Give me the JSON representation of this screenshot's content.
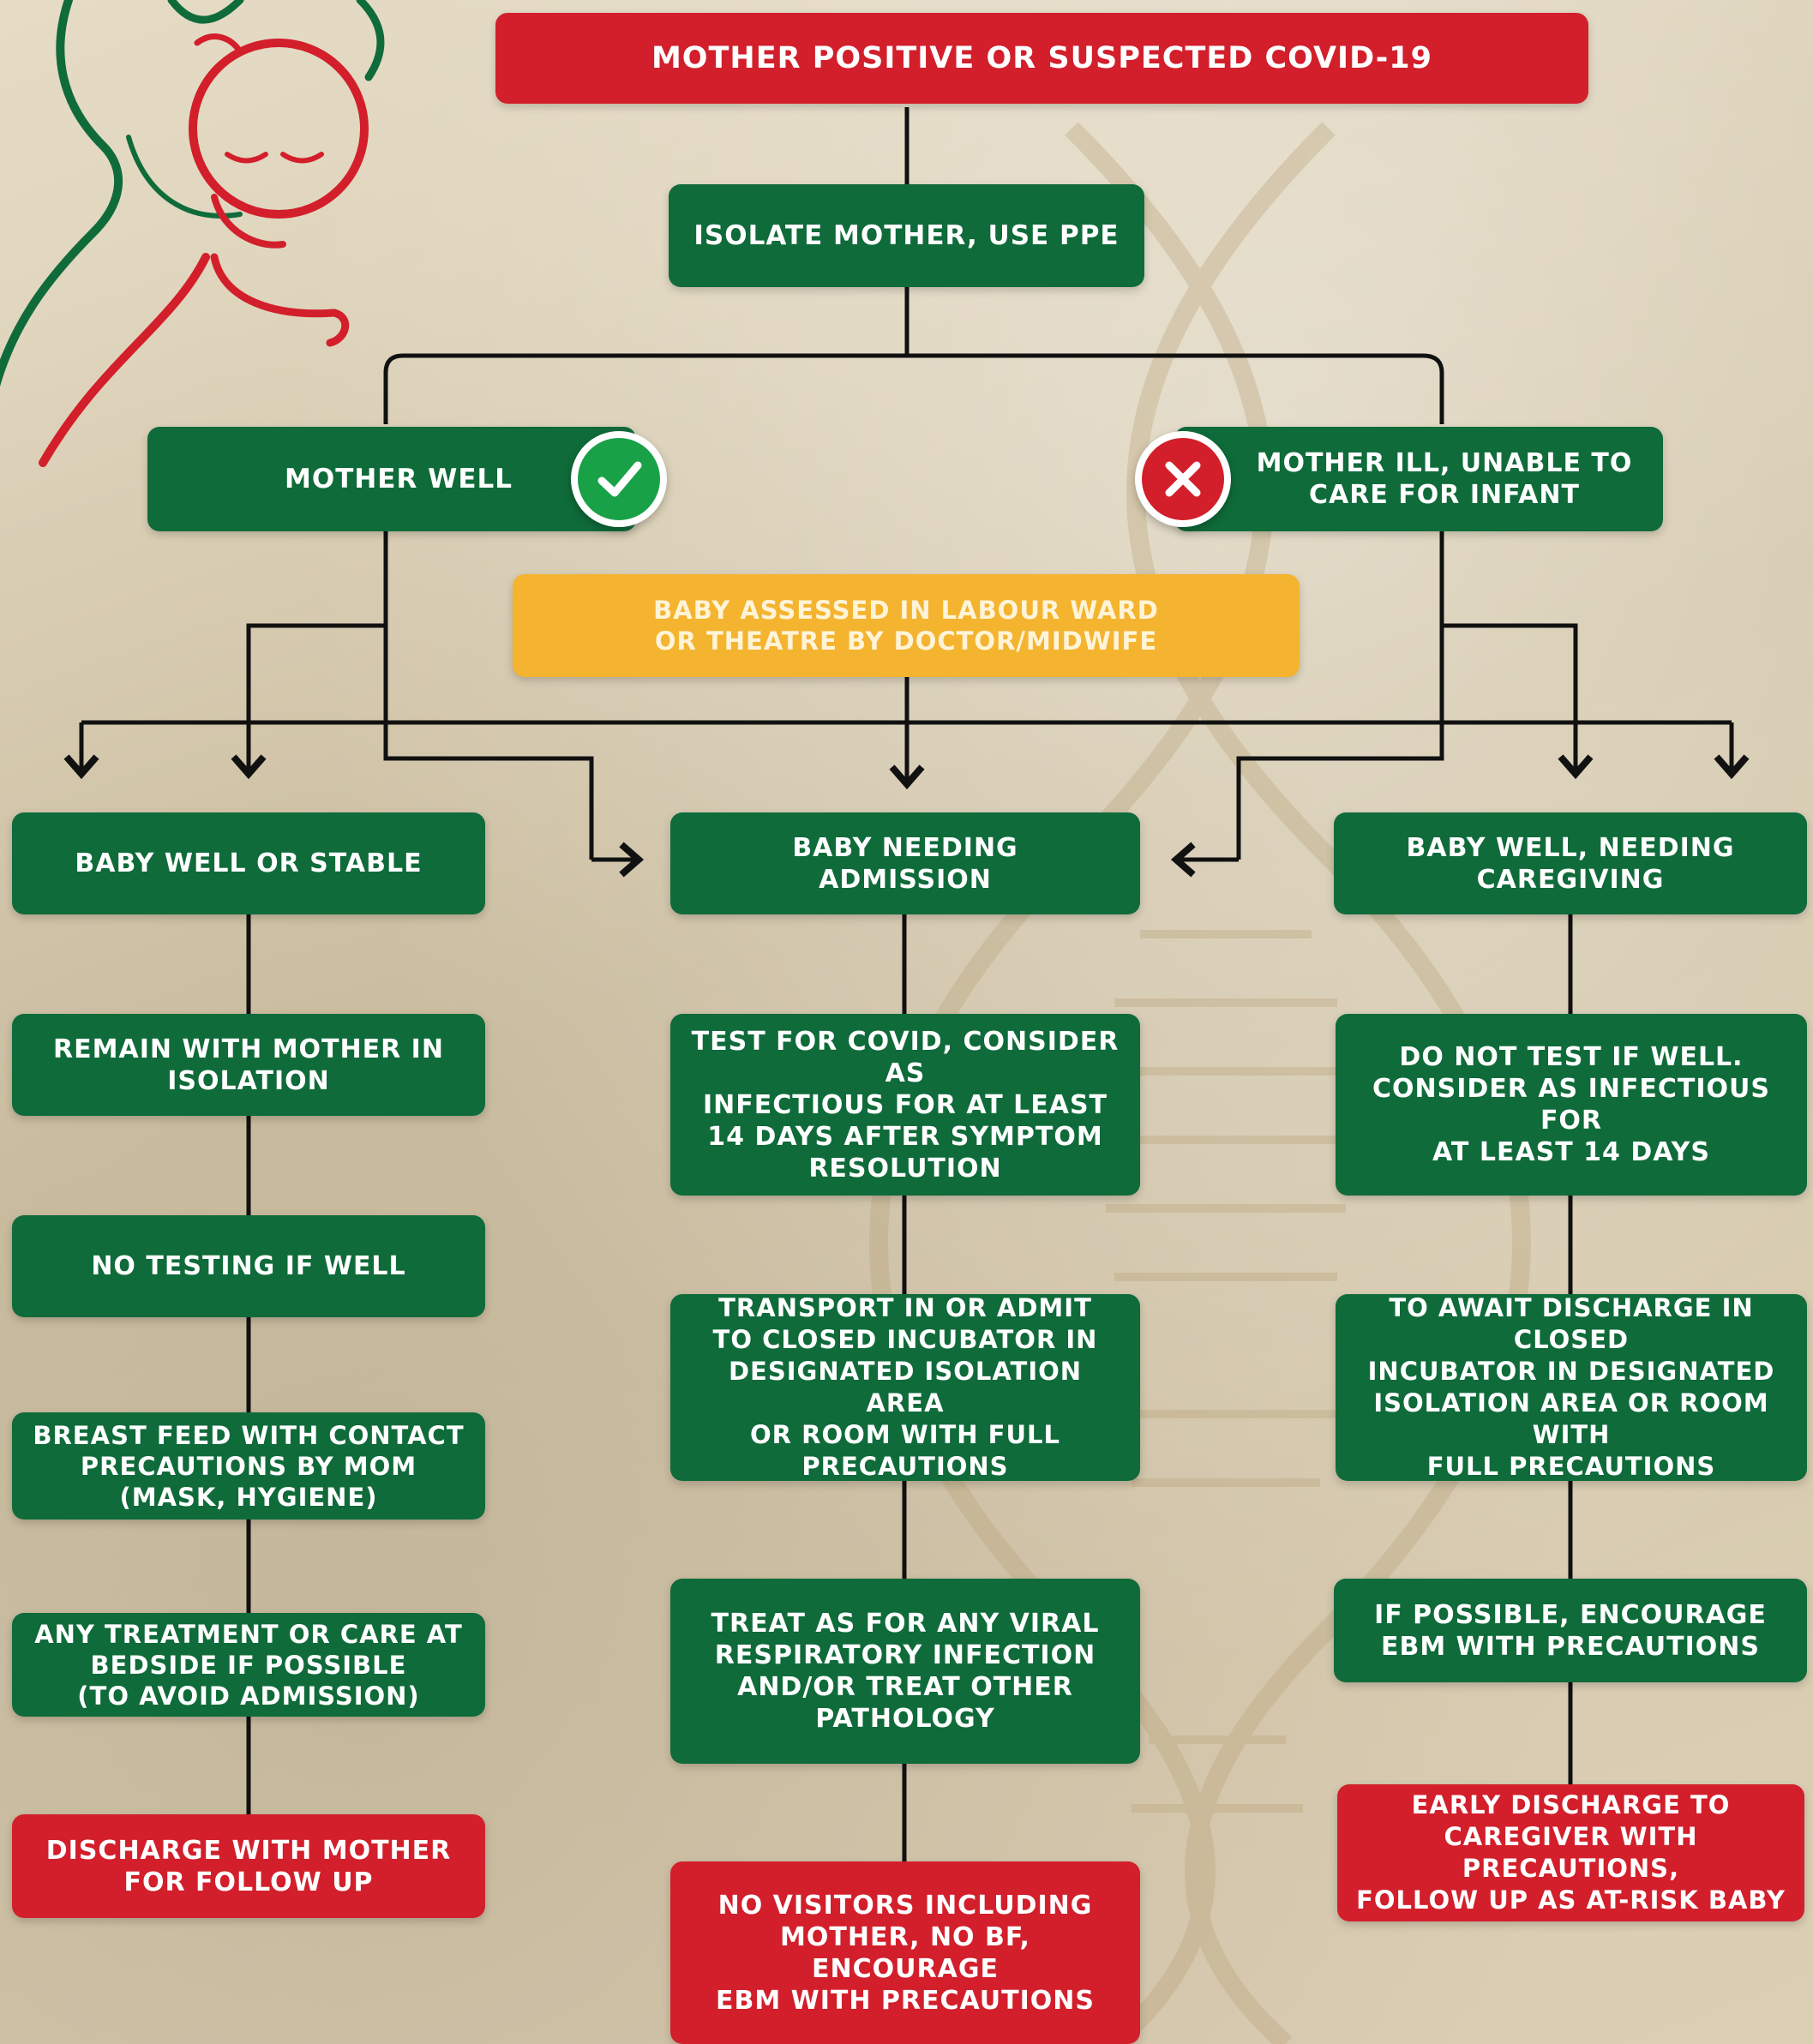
{
  "header": {
    "title": "MOTHER POSITIVE OR SUSPECTED COVID-19"
  },
  "steps": {
    "isolate": "ISOLATE MOTHER, USE PPE",
    "mother_well": "MOTHER WELL",
    "mother_ill": "MOTHER ILL, UNABLE TO\nCARE FOR INFANT",
    "assessed": "BABY ASSESSED IN LABOUR WARD\nOR THEATRE BY DOCTOR/MIDWIFE"
  },
  "columns": {
    "left": [
      "BABY WELL OR STABLE",
      "REMAIN WITH MOTHER IN\nISOLATION",
      "NO TESTING IF WELL",
      "BREAST FEED WITH CONTACT\nPRECAUTIONS BY MOM\n(MASK, HYGIENE)",
      "ANY TREATMENT OR CARE AT\nBEDSIDE IF POSSIBLE\n(TO AVOID ADMISSION)",
      "DISCHARGE WITH MOTHER\nFOR FOLLOW UP"
    ],
    "center": [
      "BABY NEEDING\nADMISSION",
      "TEST FOR COVID, CONSIDER AS\nINFECTIOUS FOR AT LEAST\n14 DAYS AFTER SYMPTOM\nRESOLUTION",
      "TRANSPORT IN OR ADMIT\nTO CLOSED INCUBATOR IN\nDESIGNATED ISOLATION AREA\nOR ROOM WITH FULL\nPRECAUTIONS",
      "TREAT AS FOR ANY VIRAL\nRESPIRATORY INFECTION\nAND/OR TREAT OTHER\nPATHOLOGY",
      "NO VISITORS INCLUDING\nMOTHER, NO BF, ENCOURAGE\nEBM WITH PRECAUTIONS"
    ],
    "right": [
      "BABY WELL, NEEDING\nCAREGIVING",
      "DO NOT TEST IF WELL.\nCONSIDER AS INFECTIOUS FOR\nAT LEAST 14 DAYS",
      "TO AWAIT DISCHARGE IN CLOSED\nINCUBATOR IN DESIGNATED\nISOLATION AREA OR ROOM WITH\nFULL PRECAUTIONS",
      "IF POSSIBLE, ENCOURAGE\nEBM WITH PRECAUTIONS",
      "EARLY DISCHARGE TO\nCAREGIVER WITH PRECAUTIONS,\nFOLLOW UP AS AT-RISK BABY"
    ]
  },
  "icons": {
    "well": "checkmark-icon",
    "ill": "cross-icon",
    "logo": "mother-baby-logo"
  },
  "colors": {
    "green": "#0f6b3a",
    "red": "#d21f2b",
    "yellow": "#f4b42f",
    "connector": "#111111"
  }
}
